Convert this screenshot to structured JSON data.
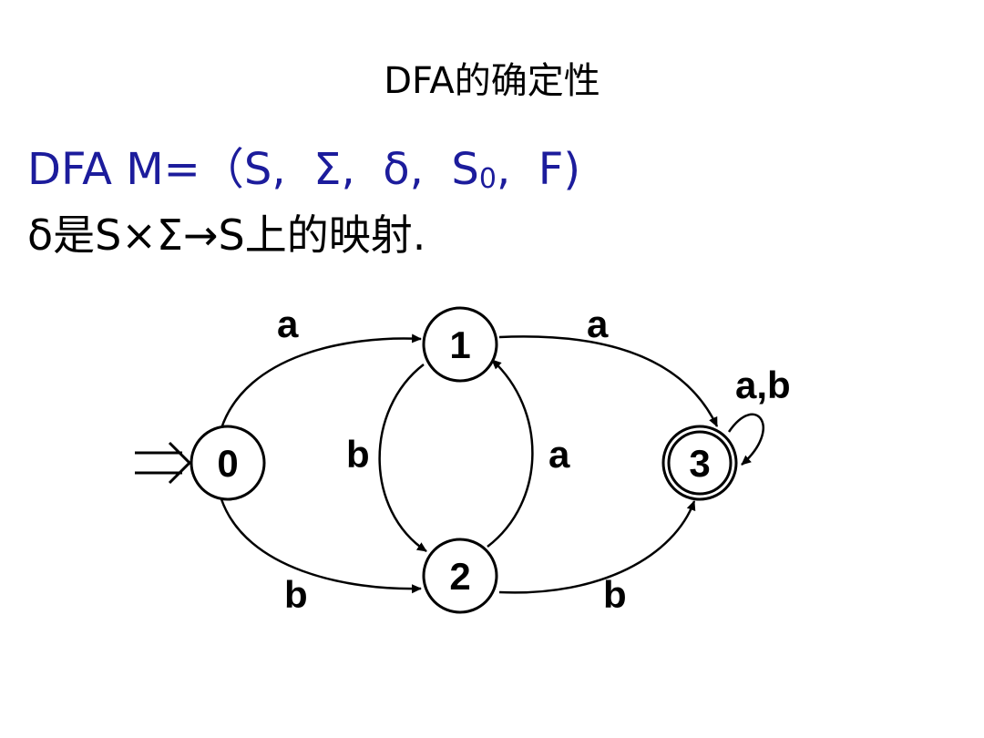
{
  "title": "DFA的确定性",
  "definition": {
    "prefix": "DFA M=（S,  Σ,  δ,  S",
    "sub": "0",
    "suffix": ",  F)"
  },
  "mapping": "δ是S×Σ→S上的映射.",
  "diagram": {
    "states": [
      "0",
      "1",
      "2",
      "3"
    ],
    "start_state": "0",
    "accept_states": [
      "3"
    ],
    "transitions": [
      {
        "from": "0",
        "to": "1",
        "label": "a"
      },
      {
        "from": "0",
        "to": "2",
        "label": "b"
      },
      {
        "from": "1",
        "to": "3",
        "label": "a"
      },
      {
        "from": "1",
        "to": "2",
        "label": "b"
      },
      {
        "from": "2",
        "to": "1",
        "label": "a"
      },
      {
        "from": "2",
        "to": "3",
        "label": "b"
      },
      {
        "from": "3",
        "to": "3",
        "label": "a,b"
      }
    ]
  }
}
